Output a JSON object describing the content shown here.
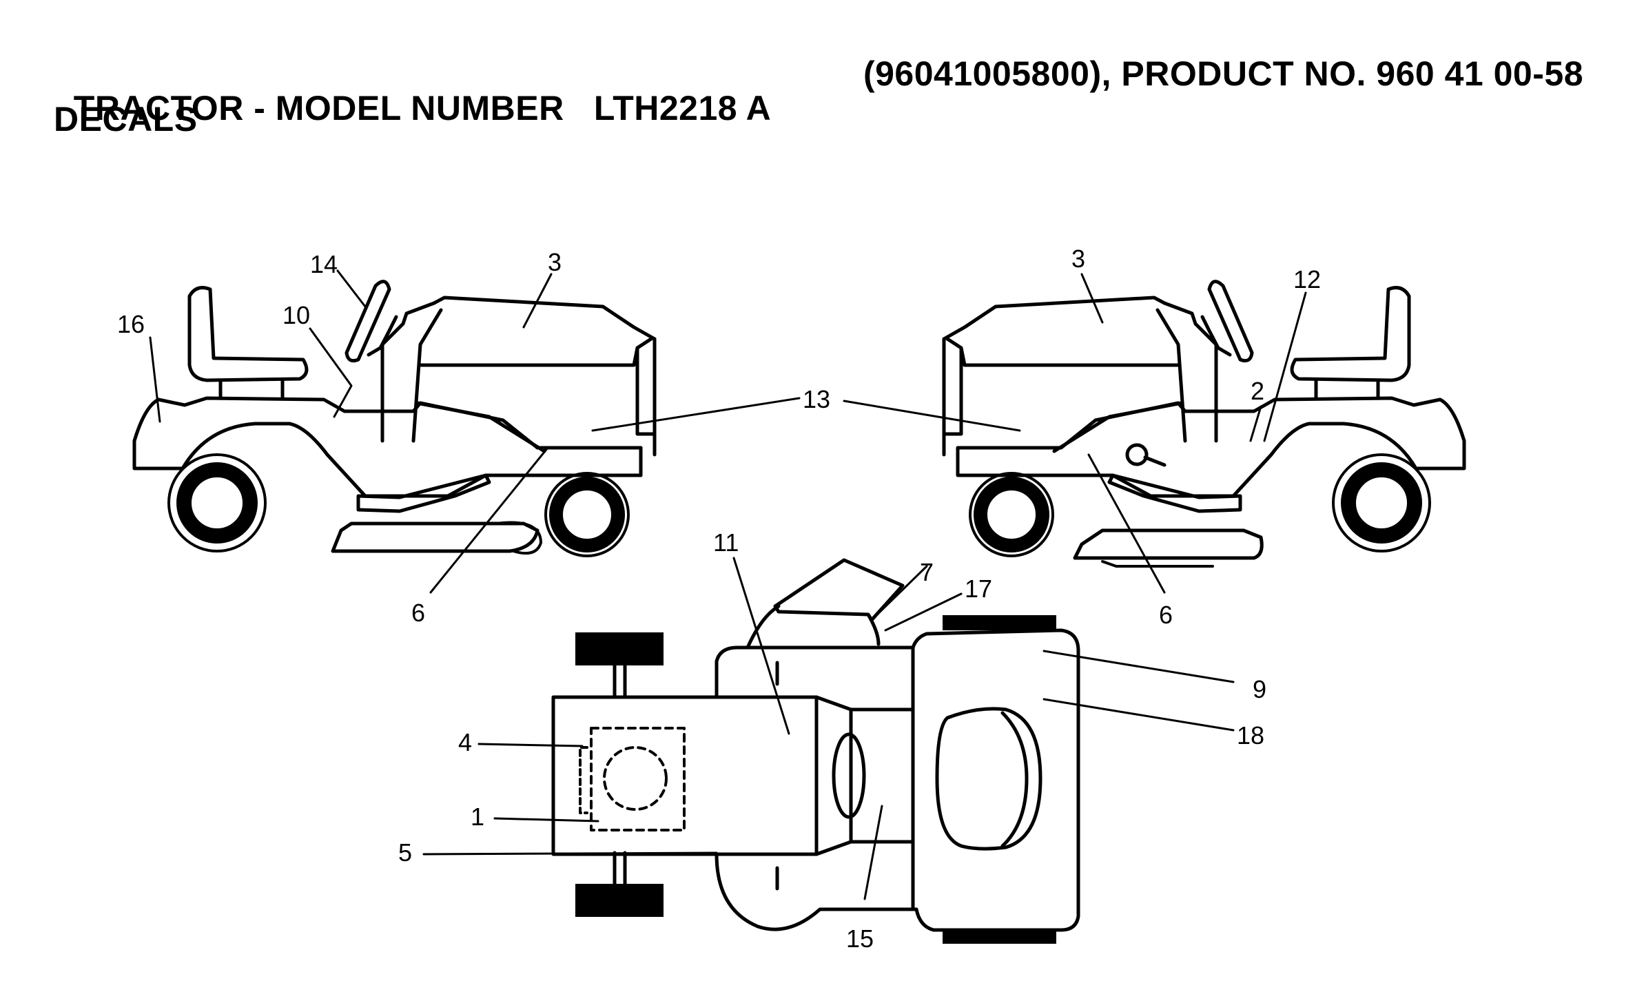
{
  "header": {
    "line1_left": "TRACTOR - MODEL NUMBER   LTH2218 A",
    "line1_right": "(96041005800), PRODUCT NO. 960 41 00-58",
    "line2": "DECALS"
  },
  "callouts": {
    "left_view": [
      "14",
      "3",
      "16",
      "10",
      "13",
      "6"
    ],
    "right_view": [
      "3",
      "12",
      "2",
      "6"
    ],
    "top_view": [
      "11",
      "7",
      "17",
      "9",
      "18",
      "4",
      "1",
      "5",
      "15"
    ]
  }
}
